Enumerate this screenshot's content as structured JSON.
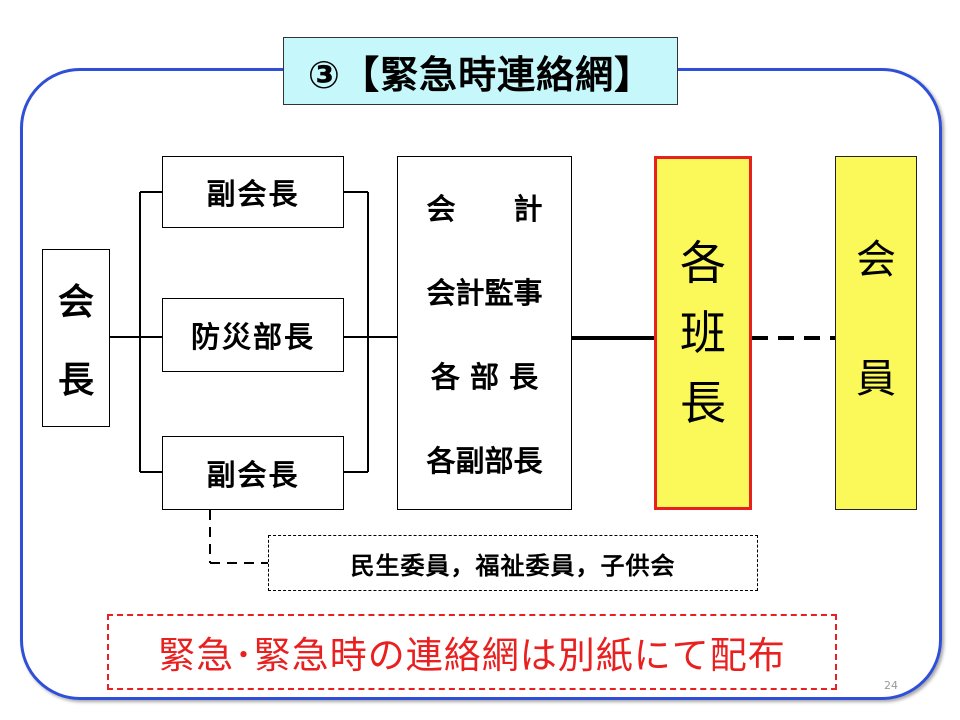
{
  "title": "③【緊急時連絡網】",
  "chairman": {
    "line1": "会",
    "line2": "長"
  },
  "vice_chair_top": "副会長",
  "disaster_head": "防災部長",
  "vice_chair_bottom": "副会長",
  "roles": [
    "会　　計",
    "会計監事",
    "各 部 長",
    "各副部長"
  ],
  "group_leader": [
    "各",
    "班",
    "長"
  ],
  "members": {
    "line1": "会",
    "line2": "員"
  },
  "welfare": "民生委員，福祉委員，子供会",
  "notice": "緊急･緊急時の連絡網は別紙にて配布",
  "page_number": "24",
  "colors": {
    "frame": "#2f4fd8",
    "title_bg": "#c6f7fb",
    "highlight_yellow": "#fbf95a",
    "alert_red": "#e8201f"
  }
}
